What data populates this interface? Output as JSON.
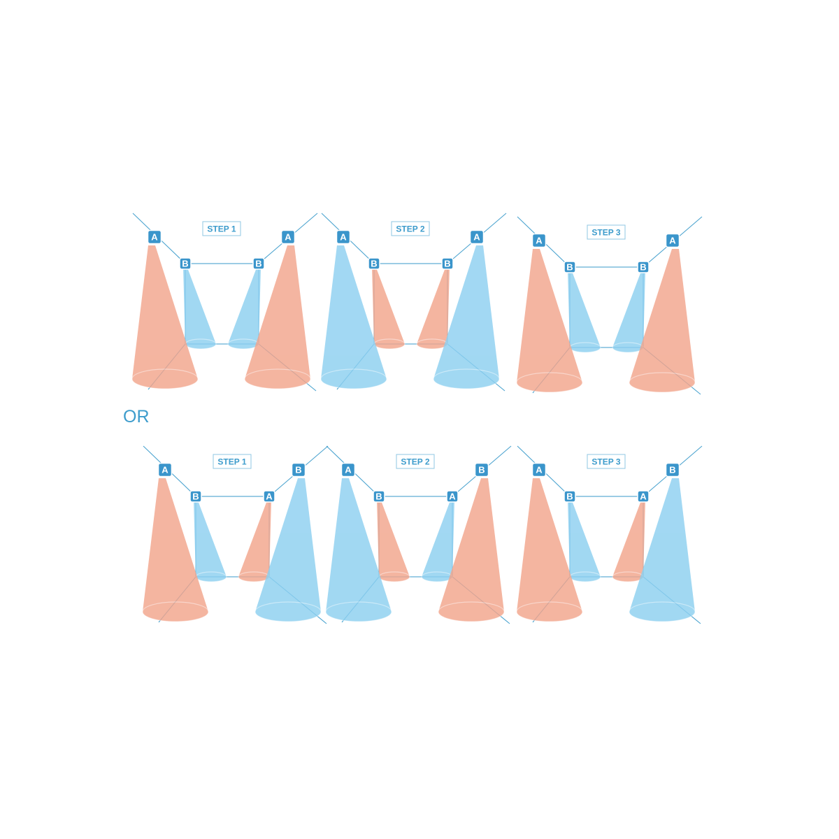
{
  "colors": {
    "red": "#f2a58c",
    "blue": "#8dd0f0",
    "line": "#4aa3cf",
    "badge": "#3a95cb",
    "text": "#3d9ccc"
  },
  "separator": "OR",
  "rows": [
    {
      "panels": [
        {
          "label": "STEP 1",
          "badges": [
            "A",
            "B",
            "B",
            "A"
          ],
          "cones": [
            "red",
            "blue",
            "blue",
            "red"
          ]
        },
        {
          "label": "STEP 2",
          "badges": [
            "A",
            "B",
            "B",
            "A"
          ],
          "cones": [
            "blue",
            "red",
            "red",
            "blue"
          ]
        },
        {
          "label": "STEP 3",
          "badges": [
            "A",
            "B",
            "B",
            "A"
          ],
          "cones": [
            "red",
            "blue",
            "blue",
            "red"
          ]
        }
      ]
    },
    {
      "panels": [
        {
          "label": "STEP 1",
          "badges": [
            "A",
            "B",
            "A",
            "B"
          ],
          "cones": [
            "red",
            "blue",
            "red",
            "blue"
          ]
        },
        {
          "label": "STEP 2",
          "badges": [
            "A",
            "B",
            "A",
            "B"
          ],
          "cones": [
            "blue",
            "red",
            "blue",
            "red"
          ]
        },
        {
          "label": "STEP 3",
          "badges": [
            "A",
            "B",
            "A",
            "B"
          ],
          "cones": [
            "red",
            "blue",
            "red",
            "blue"
          ]
        }
      ]
    }
  ]
}
